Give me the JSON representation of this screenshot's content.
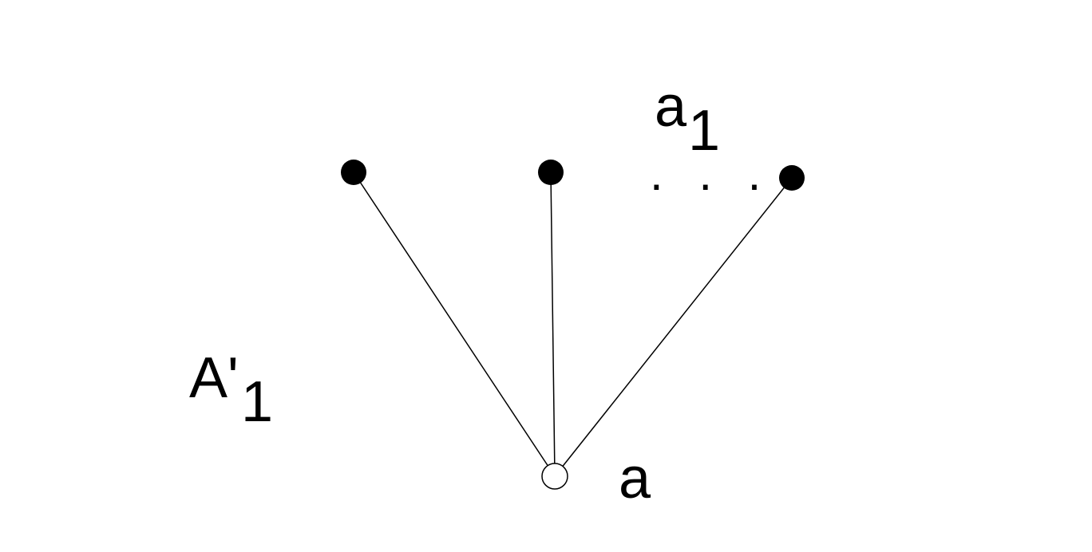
{
  "labels": {
    "graph_name": "A'",
    "graph_name_subscript": "1",
    "leaf_label": "a",
    "leaf_label_subscript": "1",
    "root_label": "a",
    "ellipsis": ". . ."
  },
  "nodes": {
    "leaves": [
      "leaf-1",
      "leaf-2",
      "leaf-3"
    ],
    "root": "a"
  },
  "colors": {
    "leaf_fill": "#000000",
    "root_fill": "#ffffff",
    "edge": "#000000"
  }
}
